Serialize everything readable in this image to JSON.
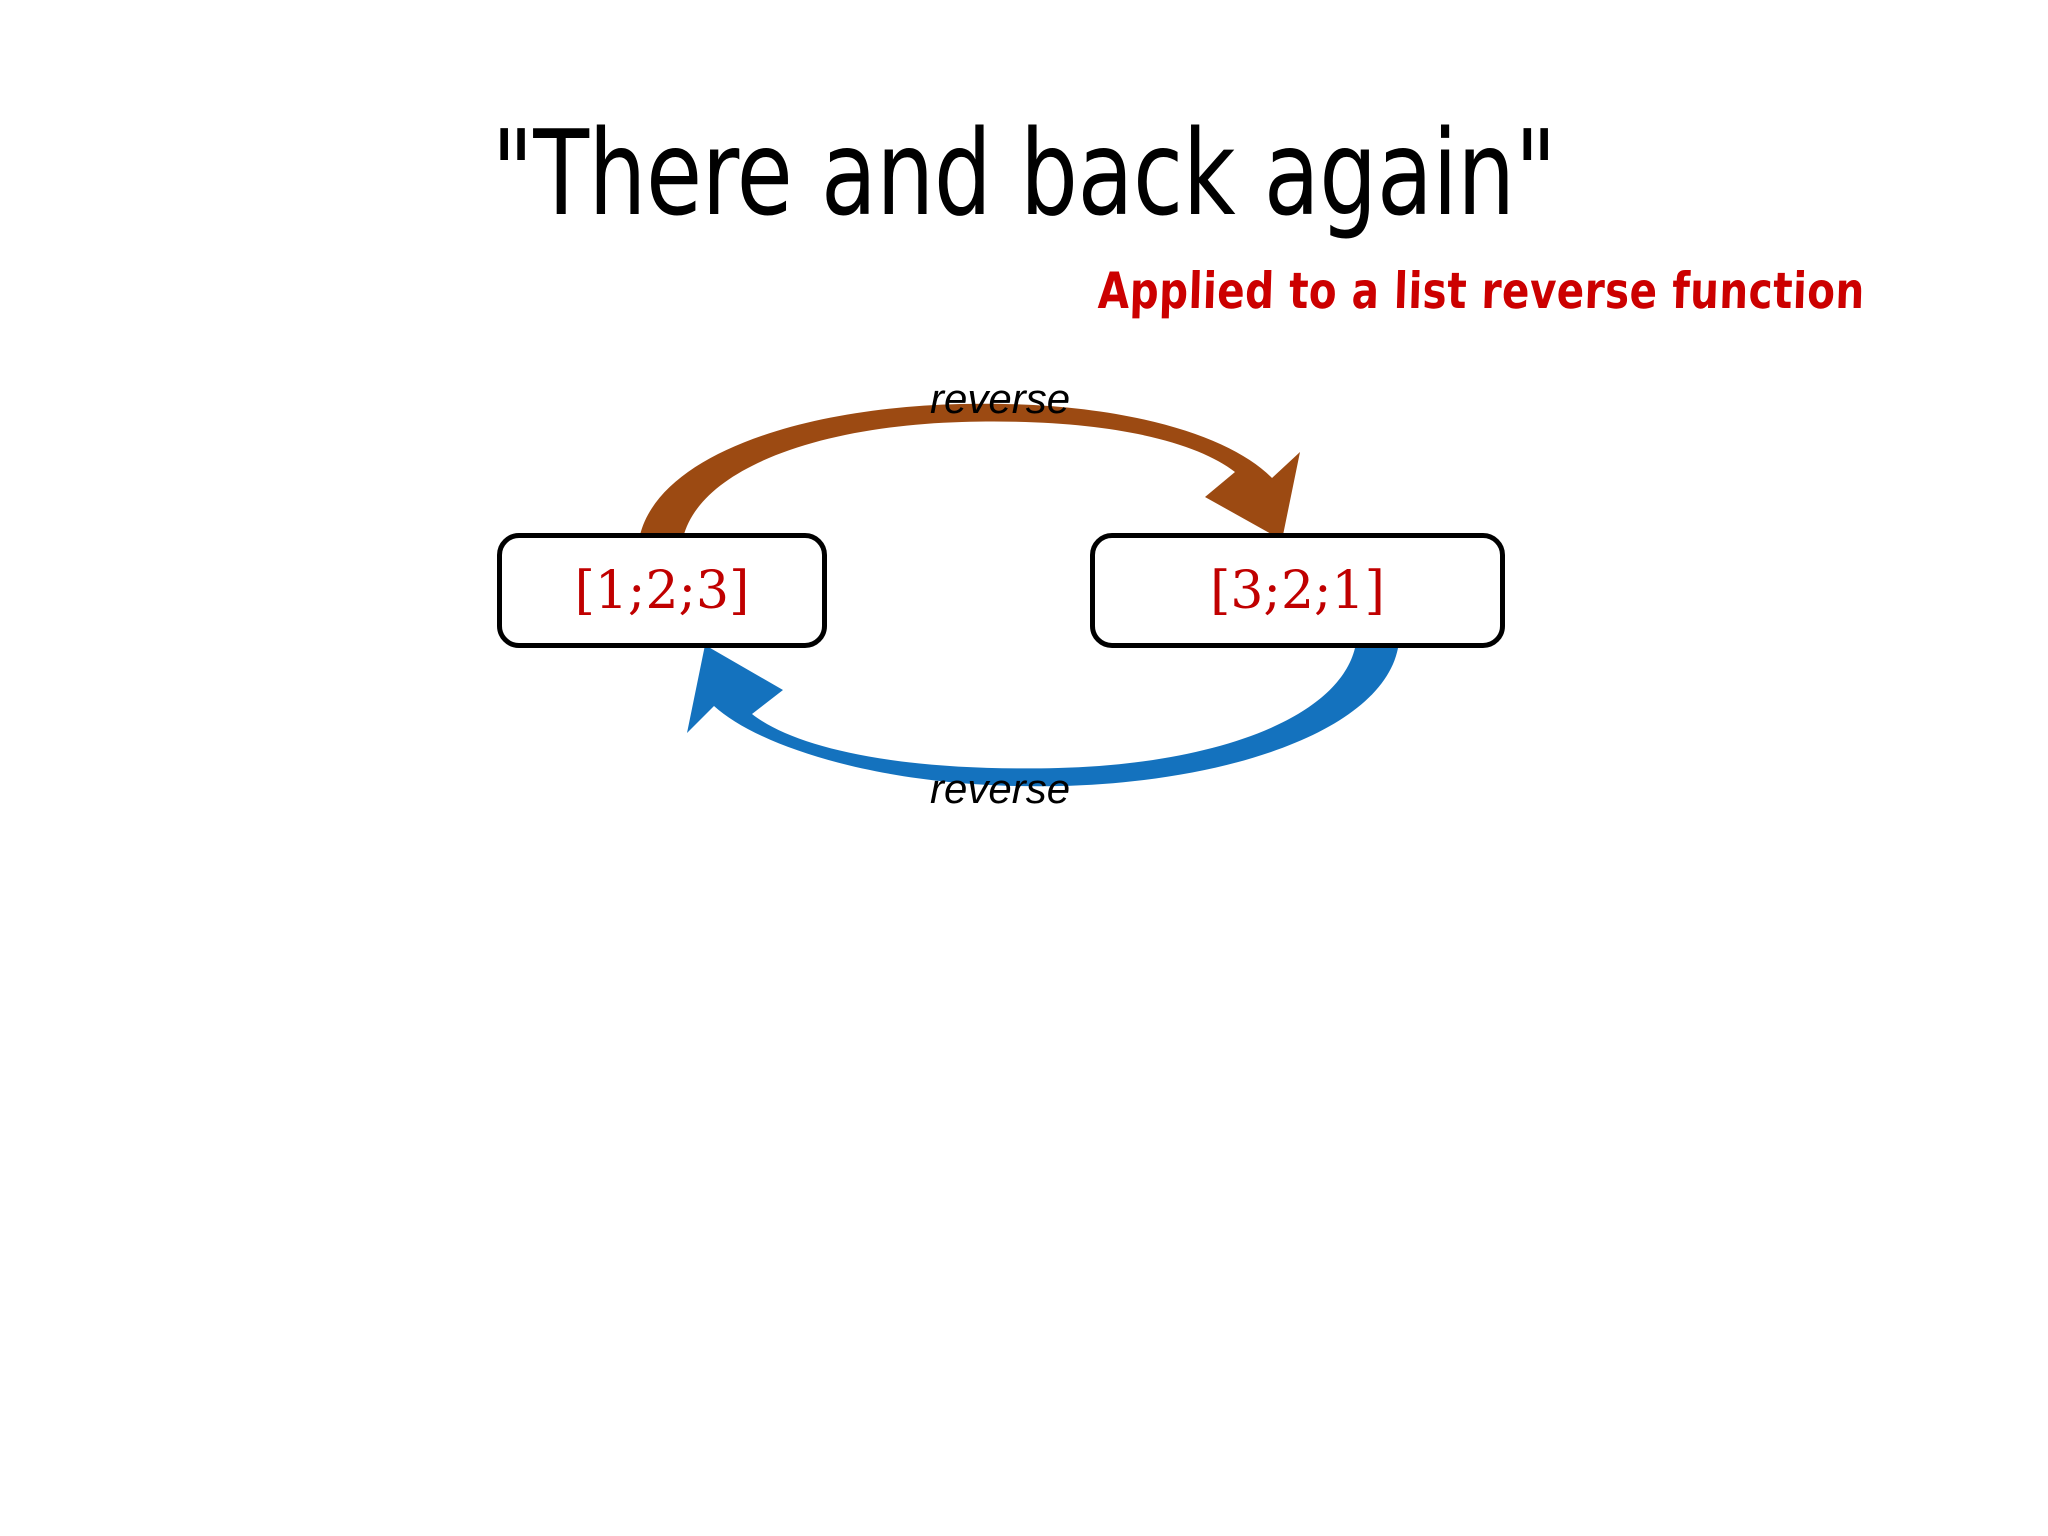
{
  "slide": {
    "background_color": "#FFFFFF",
    "title": "\"There and back again\"",
    "subtitle": "Applied to a list reverse function",
    "subtitle_color": "#CC0000",
    "title_color": "#000000"
  },
  "diagram": {
    "type": "cycle-diagram",
    "nodes": [
      {
        "id": "left",
        "label": "[1;2;3]",
        "text_color": "#C00000",
        "border_color": "#000000"
      },
      {
        "id": "right",
        "label": "[3;2;1]",
        "text_color": "#C00000",
        "border_color": "#000000"
      }
    ],
    "edges": [
      {
        "id": "forward",
        "label": "reverse",
        "from": "left",
        "to": "right",
        "color": "#9C4A12",
        "direction": "left-to-right",
        "position": "above"
      },
      {
        "id": "backward",
        "label": "reverse",
        "from": "right",
        "to": "left",
        "color": "#1472BE",
        "direction": "right-to-left",
        "position": "below"
      }
    ]
  }
}
